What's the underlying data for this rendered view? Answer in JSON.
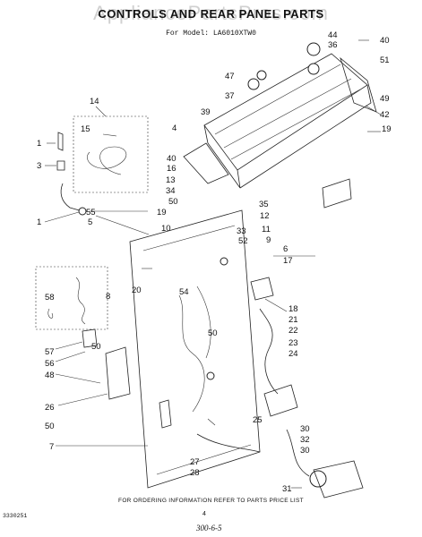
{
  "header": {
    "title": "CONTROLS AND REAR PANEL PARTS",
    "model": "For Model: LA6010XTW0",
    "watermark": "AppliancePartsPros.com"
  },
  "footer": {
    "note": "FOR ORDERING INFORMATION REFER TO PARTS PRICE LIST",
    "code": "3330251",
    "page_number": "4",
    "handwritten": "300-6-5"
  },
  "callouts": [
    "1",
    "1",
    "3",
    "14",
    "15",
    "1",
    "55",
    "5",
    "19",
    "10",
    "58",
    "8",
    "20",
    "57",
    "56",
    "48",
    "26",
    "50",
    "50",
    "7",
    "54",
    "50",
    "44",
    "36",
    "40",
    "47",
    "37",
    "51",
    "4",
    "39",
    "49",
    "42",
    "19",
    "40",
    "16",
    "13",
    "34",
    "50",
    "35",
    "12",
    "11",
    "9",
    "33",
    "52",
    "6",
    "17",
    "18",
    "21",
    "22",
    "23",
    "24",
    "25",
    "27",
    "28",
    "30",
    "32",
    "30",
    "31"
  ]
}
